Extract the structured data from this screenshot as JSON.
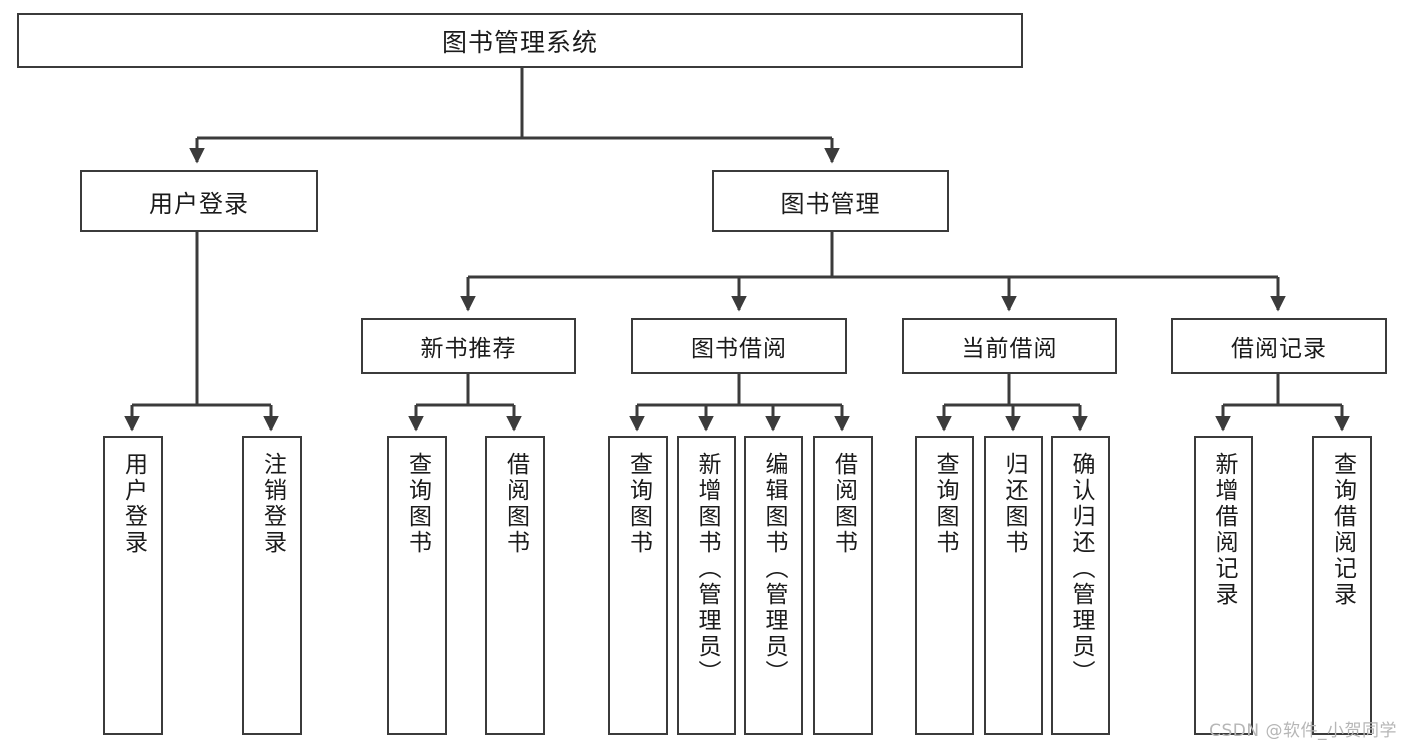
{
  "diagram": {
    "title": "图书管理系统",
    "type": "tree",
    "root": {
      "id": "root",
      "label": "图书管理系统"
    },
    "level2": [
      {
        "id": "user-login",
        "label": "用户登录"
      },
      {
        "id": "book-manage",
        "label": "图书管理"
      }
    ],
    "level3": [
      {
        "id": "new-book-recommend",
        "label": "新书推荐"
      },
      {
        "id": "book-borrow",
        "label": "图书借阅"
      },
      {
        "id": "current-borrow",
        "label": "当前借阅"
      },
      {
        "id": "borrow-record",
        "label": "借阅记录"
      }
    ],
    "leaves": [
      {
        "id": "leaf-user-login",
        "label": "用户登录",
        "parent": "user-login"
      },
      {
        "id": "leaf-logout",
        "label": "注销登录",
        "parent": "user-login"
      },
      {
        "id": "leaf-query-book-1",
        "label": "查询图书",
        "parent": "new-book-recommend"
      },
      {
        "id": "leaf-borrow-book-1",
        "label": "借阅图书",
        "parent": "new-book-recommend"
      },
      {
        "id": "leaf-query-book-2",
        "label": "查询图书",
        "parent": "book-borrow"
      },
      {
        "id": "leaf-add-book",
        "label": "新增图书（管理员）",
        "parent": "book-borrow"
      },
      {
        "id": "leaf-edit-book",
        "label": "编辑图书（管理员）",
        "parent": "book-borrow"
      },
      {
        "id": "leaf-borrow-book-2",
        "label": "借阅图书",
        "parent": "book-borrow"
      },
      {
        "id": "leaf-query-book-3",
        "label": "查询图书",
        "parent": "current-borrow"
      },
      {
        "id": "leaf-return-book",
        "label": "归还图书",
        "parent": "current-borrow"
      },
      {
        "id": "leaf-confirm-return",
        "label": "确认归还（管理员）",
        "parent": "current-borrow"
      },
      {
        "id": "leaf-add-record",
        "label": "新增借阅记录",
        "parent": "borrow-record"
      },
      {
        "id": "leaf-query-record",
        "label": "查询借阅记录",
        "parent": "borrow-record"
      }
    ],
    "colors": {
      "stroke": "#3b3b3b",
      "fill": "#ffffff",
      "text": "#1b1b1b",
      "watermark": "#b6b6b6"
    }
  },
  "watermark": {
    "text": "CSDN @软件_小贺同学"
  }
}
